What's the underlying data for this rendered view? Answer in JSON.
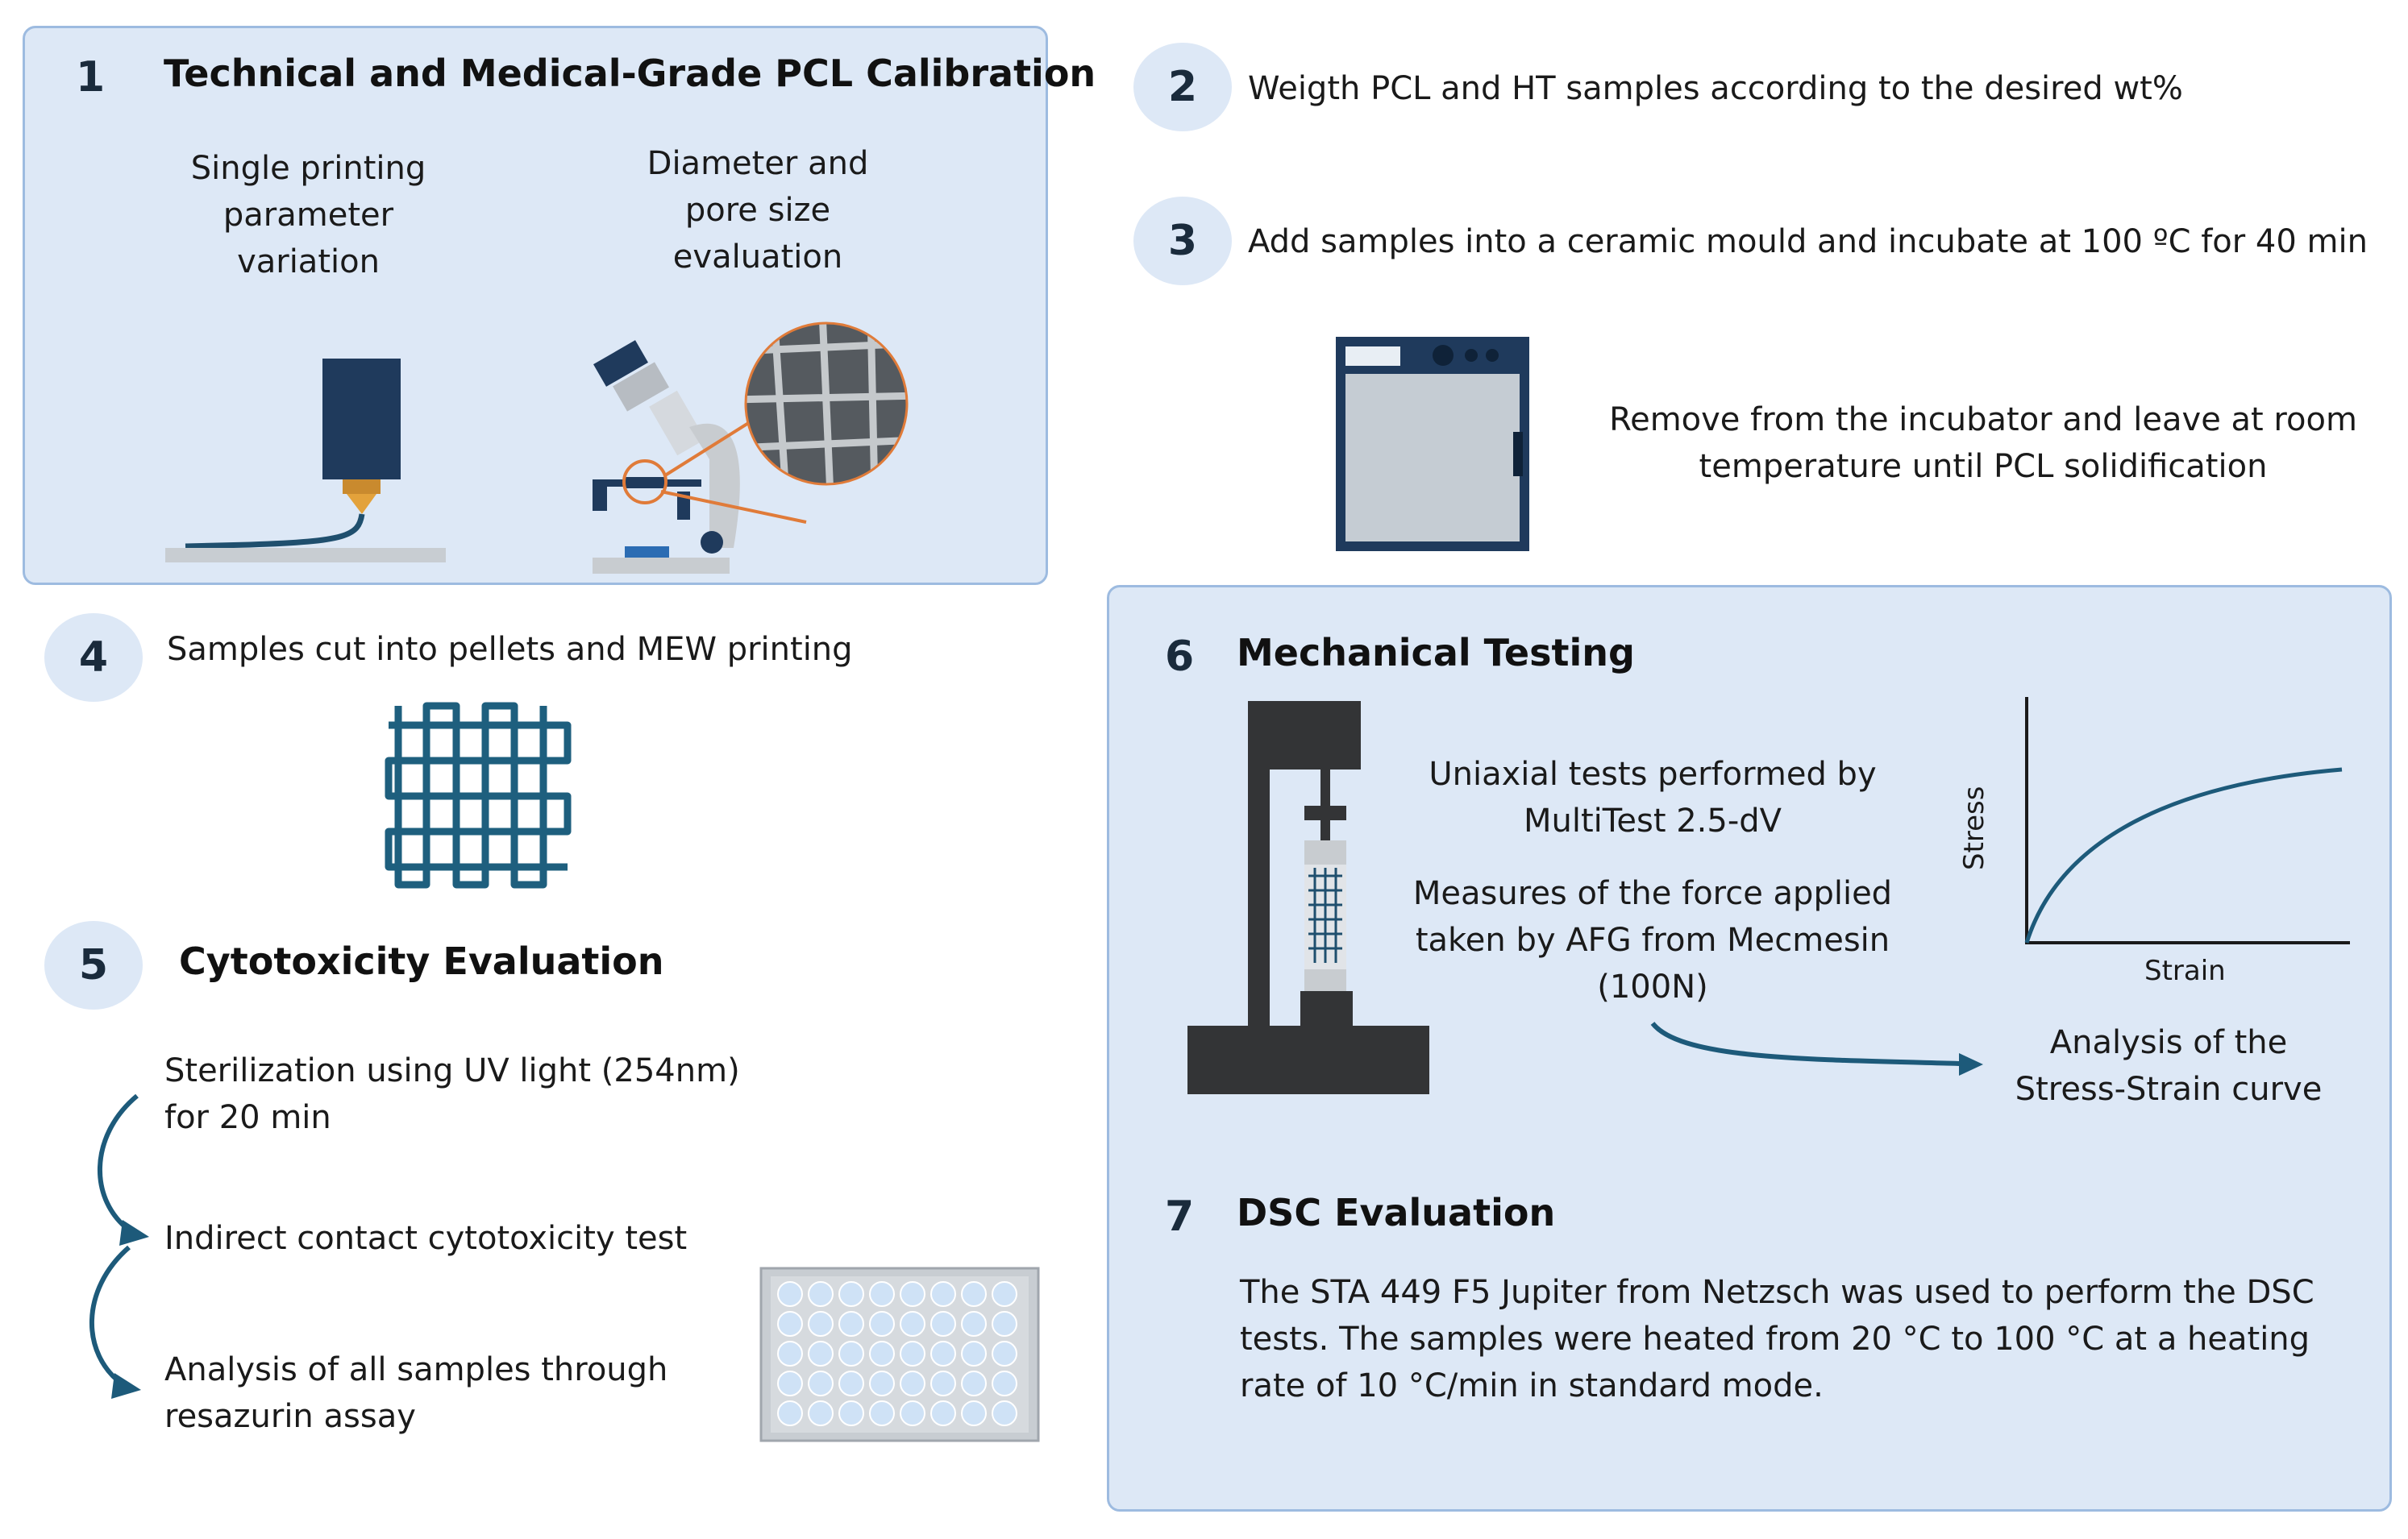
{
  "step1": {
    "number": "1",
    "title": "Technical and Medical-Grade PCL Calibration",
    "left_caption": [
      "Single printing",
      "parameter",
      "variation"
    ],
    "right_caption": [
      "Diameter and",
      "pore size",
      "evaluation"
    ]
  },
  "step2": {
    "number": "2",
    "text": "Weigth PCL and HT samples according to the desired wt%"
  },
  "step3": {
    "number": "3",
    "text": "Add samples into a ceramic mould and incubate at 100 ºC for 40 min",
    "sub_text": [
      "Remove from the incubator and leave at room",
      "temperature until PCL solidification"
    ]
  },
  "step4": {
    "number": "4",
    "text": "Samples cut into pellets and MEW printing"
  },
  "step5": {
    "number": "5",
    "title": "Cytotoxicity Evaluation",
    "items": [
      [
        "Sterilization using UV light (254nm)",
        "for 20 min"
      ],
      [
        "Indirect contact cytotoxicity test"
      ],
      [
        "Analysis of all samples through",
        "resazurin assay"
      ]
    ]
  },
  "step6": {
    "number": "6",
    "title": "Mechanical Testing",
    "text1": [
      "Uniaxial tests performed by",
      "MultiTest 2.5-dV"
    ],
    "text2": [
      "Measures of the force applied",
      "taken by AFG from Mecmesin",
      "(100N)"
    ],
    "analysis": [
      "Analysis of the",
      "Stress-Strain curve"
    ]
  },
  "step7": {
    "number": "7",
    "title": "DSC Evaluation",
    "text": [
      "The STA 449 F5 Jupiter from Netzsch was used to perform the DSC",
      "tests. The samples were heated from 20 °C to 100 °C at a heating",
      "rate of 10 °C/min in standard mode."
    ]
  },
  "chart_data": {
    "type": "line",
    "xlabel": "Strain",
    "ylabel": "Stress",
    "grid": false
  },
  "colors": {
    "panel": "#dde8f6",
    "panel_border": "#9dbbe0",
    "navy": "#1f3a5c",
    "teal_arrow": "#1d5a7a",
    "orange": "#e07b39"
  }
}
